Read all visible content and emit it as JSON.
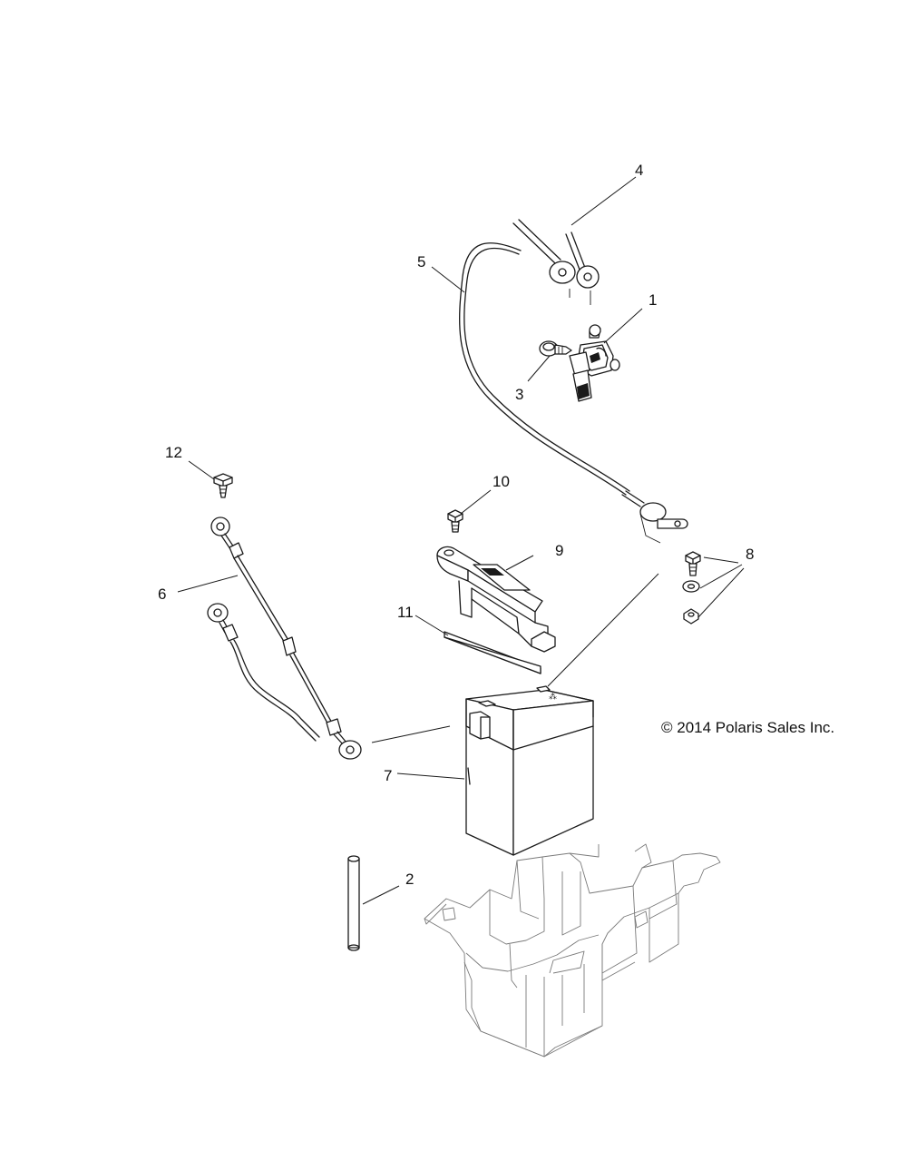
{
  "callouts": [
    {
      "id": "1",
      "label": "1"
    },
    {
      "id": "2",
      "label": "2"
    },
    {
      "id": "3",
      "label": "3"
    },
    {
      "id": "4",
      "label": "4"
    },
    {
      "id": "5",
      "label": "5"
    },
    {
      "id": "6",
      "label": "6"
    },
    {
      "id": "7",
      "label": "7"
    },
    {
      "id": "8",
      "label": "8"
    },
    {
      "id": "9",
      "label": "9"
    },
    {
      "id": "10",
      "label": "10"
    },
    {
      "id": "11",
      "label": "11"
    },
    {
      "id": "12",
      "label": "12"
    }
  ],
  "copyright": "© 2014 Polaris Sales Inc."
}
